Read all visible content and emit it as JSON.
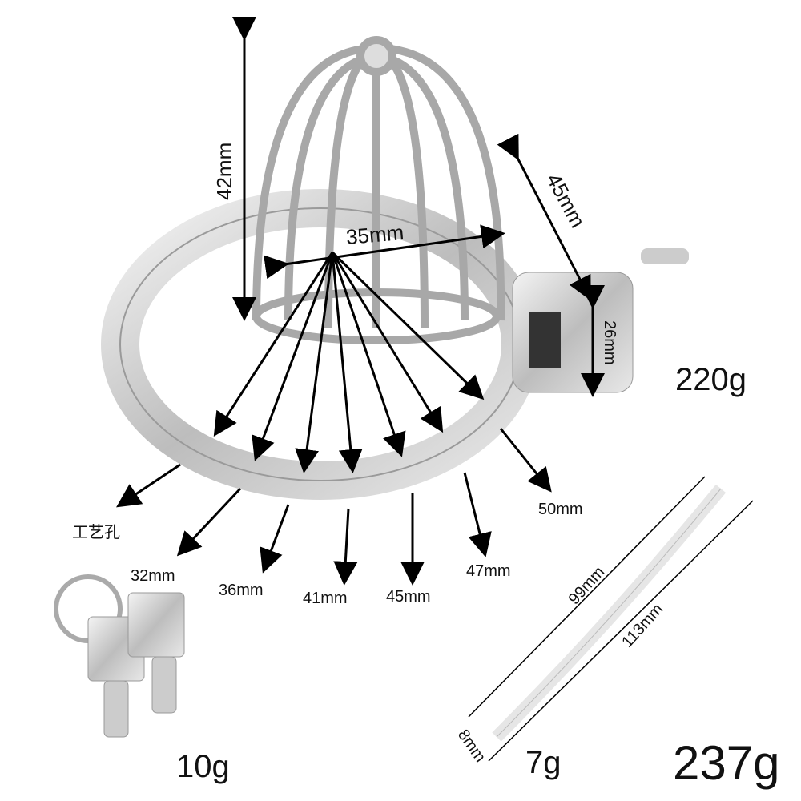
{
  "figure": {
    "subject": "stainless steel cage product with dimension annotations",
    "dimensions": {
      "cage_height": "42mm",
      "cage_diameter": "35mm",
      "lock_length": "45mm",
      "lock_height": "26mm"
    },
    "ring_sizes": [
      "32mm",
      "36mm",
      "41mm",
      "45mm",
      "47mm",
      "50mm"
    ],
    "craft_hole_label": "工艺孔",
    "tube": {
      "inner_length": "99mm",
      "total_length": "113mm",
      "tip_width": "8mm",
      "weight": "7g"
    },
    "weights": {
      "main_unit": "220g",
      "keys": "10g",
      "total": "237g"
    }
  }
}
